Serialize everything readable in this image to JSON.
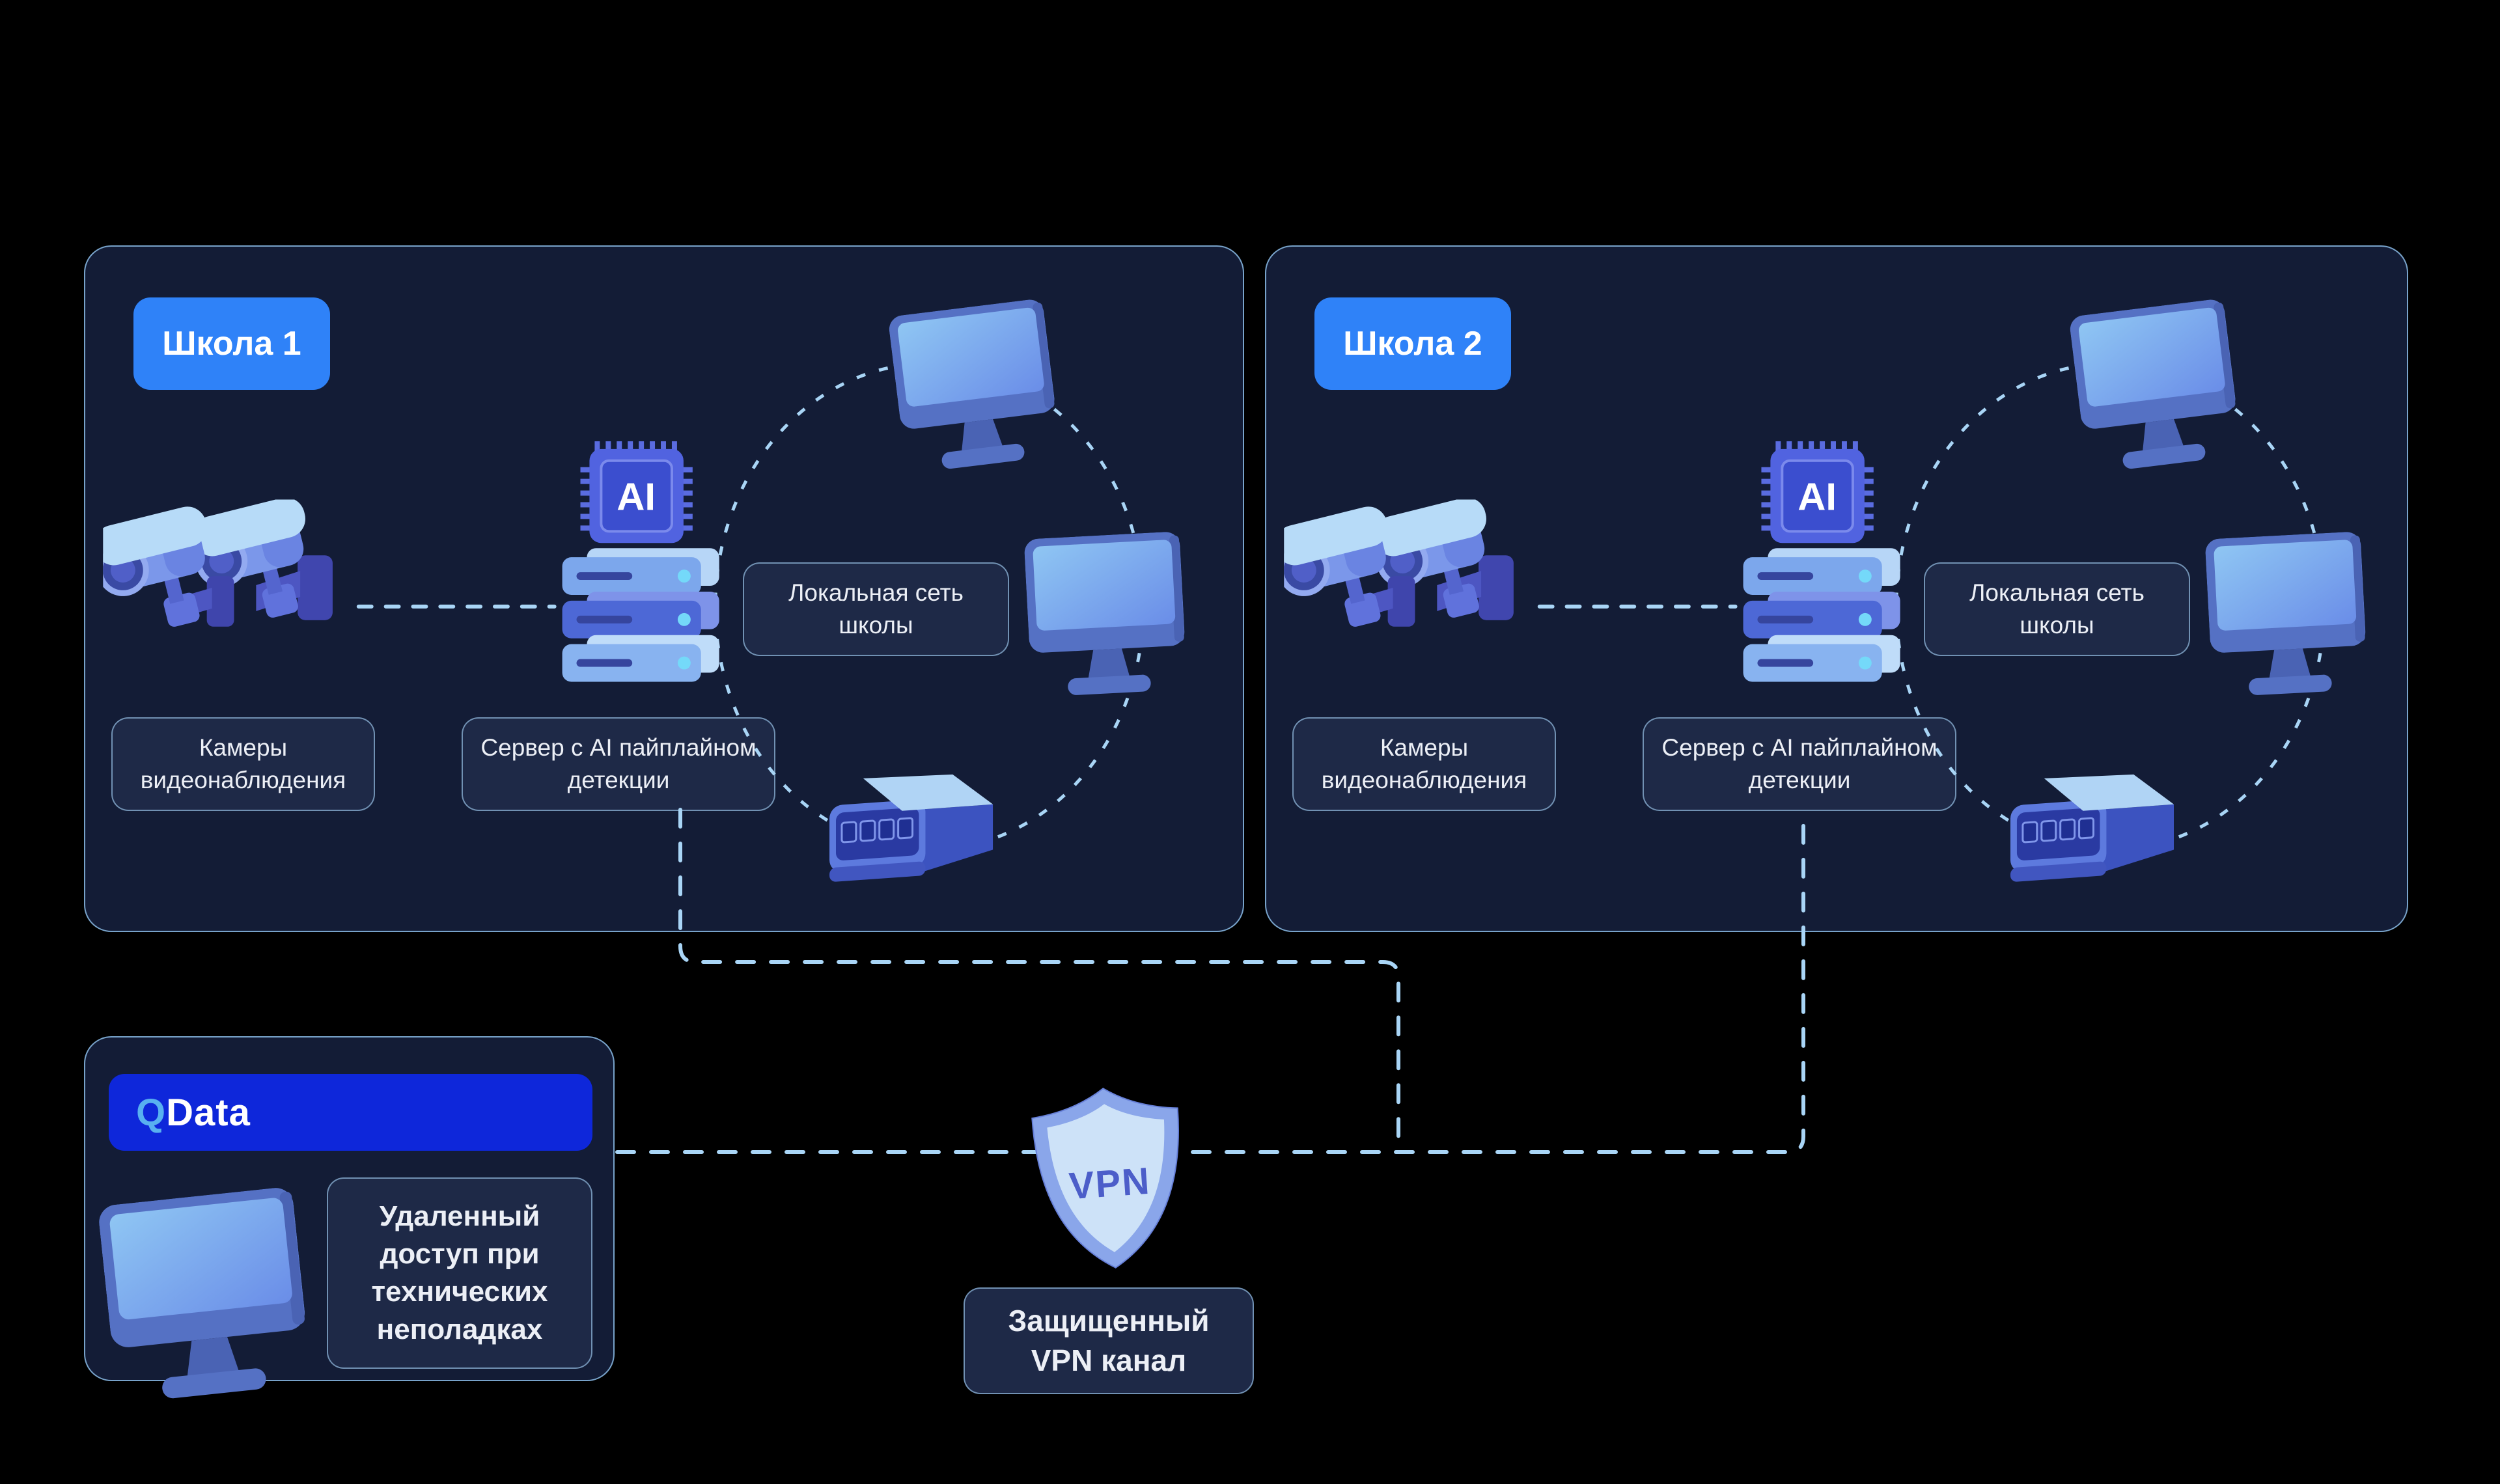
{
  "colors": {
    "page_bg": "#000000",
    "panel_bg": "#131c36",
    "panel_border": "rgba(146,198,240,0.8)",
    "box_bg": "#1e2947",
    "box_border": "rgba(158,202,238,0.65)",
    "text": "#eceff6",
    "accent_blue": "#2f82f8",
    "qdata_blue": "#0e27da",
    "qdata_q": "#58b0f0",
    "dash": "#a9d5f6"
  },
  "schools": [
    {
      "badge": "Школа 1",
      "ai_chip_text": "AI",
      "camera_label_lines": [
        "Камеры",
        "видеонаблюдения"
      ],
      "server_label_lines": [
        "Сервер с AI пайплайном",
        "детекции"
      ],
      "lan_label_lines": [
        "Локальная сеть",
        "школы"
      ]
    },
    {
      "badge": "Школа 2",
      "ai_chip_text": "AI",
      "camera_label_lines": [
        "Камеры",
        "видеонаблюдения"
      ],
      "server_label_lines": [
        "Сервер с AI пайплайном",
        "детекции"
      ],
      "lan_label_lines": [
        "Локальная сеть",
        "школы"
      ]
    }
  ],
  "qdata": {
    "logo_q": "Q",
    "logo_rest": "Data",
    "label_lines": [
      "Удаленный",
      "доступ при",
      "технических",
      "неполадках"
    ]
  },
  "vpn": {
    "shield_text": "VPN",
    "label_lines": [
      "Защищенный",
      "VPN канал"
    ]
  }
}
